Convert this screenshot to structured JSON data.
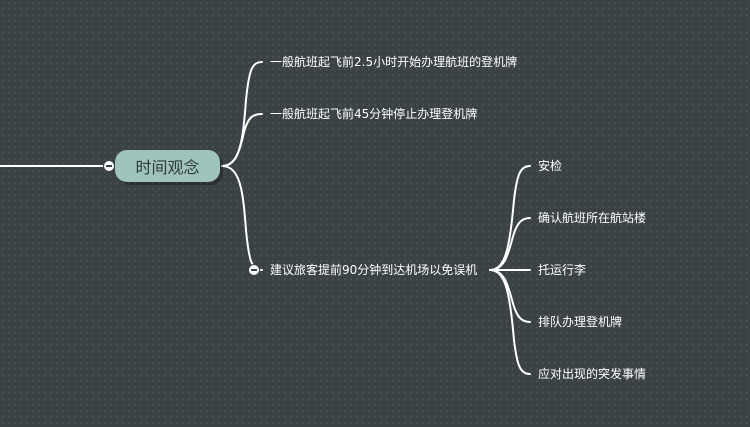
{
  "colors": {
    "background": "#3b4245",
    "central_fill": "#9fc3bd",
    "line": "#ffffff",
    "text": "#ffffff"
  },
  "central": {
    "label": "时间观念"
  },
  "branches": [
    {
      "label": "一般航班起飞前2.5小时开始办理航班的登机牌"
    },
    {
      "label": "一般航班起飞前45分钟停止办理登机牌"
    },
    {
      "label": "建议旅客提前90分钟到达机场以免误机",
      "children": [
        {
          "label": "安检"
        },
        {
          "label": "确认航班所在航站楼"
        },
        {
          "label": "托运行李"
        },
        {
          "label": "排队办理登机牌"
        },
        {
          "label": "应对出现的突发事情"
        }
      ]
    }
  ]
}
